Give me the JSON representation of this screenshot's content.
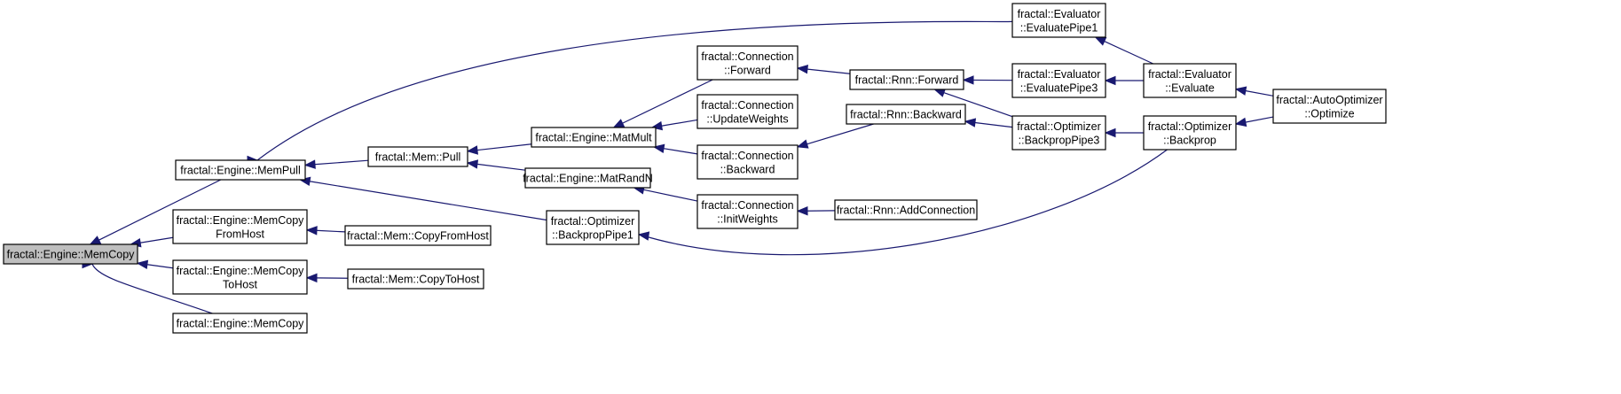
{
  "graph": {
    "colors": {
      "edge": "#191970",
      "root_fill": "#bfbfbf",
      "node_fill": "#ffffff",
      "node_stroke": "#000000"
    },
    "nodes": [
      {
        "id": "memcopy_root",
        "lines": [
          "fractal::Engine::MemCopy"
        ],
        "highlight": true
      },
      {
        "id": "mempull",
        "lines": [
          "fractal::Engine::MemPull"
        ]
      },
      {
        "id": "memcopy_fromhost",
        "lines": [
          "fractal::Engine::MemCopy",
          "FromHost"
        ]
      },
      {
        "id": "memcopy_tohost",
        "lines": [
          "fractal::Engine::MemCopy",
          "ToHost"
        ]
      },
      {
        "id": "memcopy_overload",
        "lines": [
          "fractal::Engine::MemCopy"
        ]
      },
      {
        "id": "mem_pull",
        "lines": [
          "fractal::Mem::Pull"
        ]
      },
      {
        "id": "mem_copyfromhost",
        "lines": [
          "fractal::Mem::CopyFromHost"
        ]
      },
      {
        "id": "mem_copytohost",
        "lines": [
          "fractal::Mem::CopyToHost"
        ]
      },
      {
        "id": "matmult",
        "lines": [
          "fractal::Engine::MatMult"
        ]
      },
      {
        "id": "matrandn",
        "lines": [
          "fractal::Engine::MatRandN"
        ]
      },
      {
        "id": "optimizer_backproppipe1",
        "lines": [
          "fractal::Optimizer",
          "::BackpropPipe1"
        ]
      },
      {
        "id": "conn_forward",
        "lines": [
          "fractal::Connection",
          "::Forward"
        ]
      },
      {
        "id": "conn_updateweights",
        "lines": [
          "fractal::Connection",
          "::UpdateWeights"
        ]
      },
      {
        "id": "conn_backward",
        "lines": [
          "fractal::Connection",
          "::Backward"
        ]
      },
      {
        "id": "conn_initweights",
        "lines": [
          "fractal::Connection",
          "::InitWeights"
        ]
      },
      {
        "id": "rnn_forward",
        "lines": [
          "fractal::Rnn::Forward"
        ]
      },
      {
        "id": "rnn_backward",
        "lines": [
          "fractal::Rnn::Backward"
        ]
      },
      {
        "id": "rnn_addconnection",
        "lines": [
          "fractal::Rnn::AddConnection"
        ]
      },
      {
        "id": "evaluator_evaluatepipe1",
        "lines": [
          "fractal::Evaluator",
          "::EvaluatePipe1"
        ]
      },
      {
        "id": "evaluator_evaluatepipe3",
        "lines": [
          "fractal::Evaluator",
          "::EvaluatePipe3"
        ]
      },
      {
        "id": "optimizer_backproppipe3",
        "lines": [
          "fractal::Optimizer",
          "::BackpropPipe3"
        ]
      },
      {
        "id": "evaluator_evaluate",
        "lines": [
          "fractal::Evaluator",
          "::Evaluate"
        ]
      },
      {
        "id": "optimizer_backprop",
        "lines": [
          "fractal::Optimizer",
          "::Backprop"
        ]
      },
      {
        "id": "autooptimizer_optimize",
        "lines": [
          "fractal::AutoOptimizer",
          "::Optimize"
        ]
      }
    ],
    "edges": [
      {
        "from": "mempull",
        "to": "memcopy_root"
      },
      {
        "from": "memcopy_fromhost",
        "to": "memcopy_root"
      },
      {
        "from": "memcopy_tohost",
        "to": "memcopy_root"
      },
      {
        "from": "memcopy_overload",
        "to": "memcopy_root"
      },
      {
        "from": "mem_pull",
        "to": "mempull"
      },
      {
        "from": "optimizer_backproppipe1",
        "to": "mempull"
      },
      {
        "from": "evaluator_evaluatepipe1",
        "to": "mempull"
      },
      {
        "from": "mem_copyfromhost",
        "to": "memcopy_fromhost"
      },
      {
        "from": "mem_copytohost",
        "to": "memcopy_tohost"
      },
      {
        "from": "matmult",
        "to": "mem_pull"
      },
      {
        "from": "matrandn",
        "to": "mem_pull"
      },
      {
        "from": "conn_forward",
        "to": "matmult"
      },
      {
        "from": "conn_updateweights",
        "to": "matmult"
      },
      {
        "from": "conn_backward",
        "to": "matmult"
      },
      {
        "from": "conn_initweights",
        "to": "matrandn"
      },
      {
        "from": "optimizer_backprop",
        "to": "optimizer_backproppipe1"
      },
      {
        "from": "rnn_forward",
        "to": "conn_forward"
      },
      {
        "from": "rnn_backward",
        "to": "conn_backward"
      },
      {
        "from": "rnn_addconnection",
        "to": "conn_initweights"
      },
      {
        "from": "evaluator_evaluatepipe3",
        "to": "rnn_forward"
      },
      {
        "from": "optimizer_backproppipe3",
        "to": "rnn_forward"
      },
      {
        "from": "optimizer_backproppipe3",
        "to": "rnn_backward"
      },
      {
        "from": "evaluator_evaluate",
        "to": "evaluator_evaluatepipe1"
      },
      {
        "from": "evaluator_evaluate",
        "to": "evaluator_evaluatepipe3"
      },
      {
        "from": "optimizer_backprop",
        "to": "optimizer_backproppipe3"
      },
      {
        "from": "autooptimizer_optimize",
        "to": "evaluator_evaluate"
      },
      {
        "from": "autooptimizer_optimize",
        "to": "optimizer_backprop"
      }
    ]
  }
}
